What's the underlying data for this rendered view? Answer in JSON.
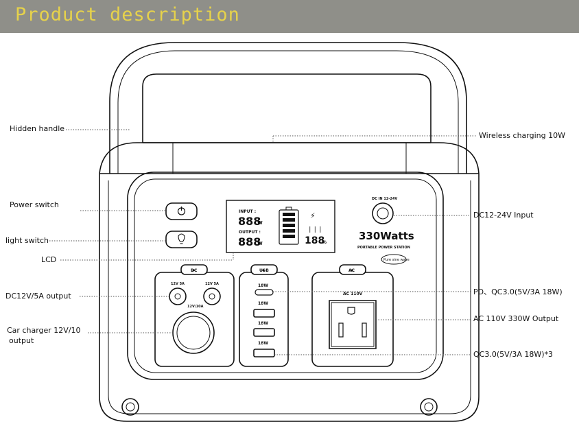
{
  "header": {
    "title": "Product description",
    "title_color": "#e6d24b",
    "bar_color": "#8f8f89"
  },
  "callouts": {
    "hidden_handle": "Hidden handle",
    "power_switch": "Power switch",
    "light_switch": "light switch",
    "lcd": "LCD",
    "dc_output": "DC12V/5A output",
    "car_charger_line1": "Car charger 12V/10",
    "car_charger_line2": "output",
    "wireless": "Wireless charging 10W",
    "dc_input": "DC12-24V Input",
    "pd": "PD、QC3.0(5V/3A 18W)",
    "ac_output": "AC 110V 330W  Output",
    "qc": "QC3.0(5V/3A 18W)*3"
  },
  "device": {
    "lcd": {
      "input_label": "INPUT :",
      "input_value": "888",
      "output_label": "OUTPUT :",
      "output_value": "888",
      "unit": "W",
      "percent_value": "188",
      "percent_unit": "%"
    },
    "dc_input_label": "DC IN 12-24V",
    "brand_big": "330Watts",
    "brand_sub": "PORTABLE POWER STATION",
    "brand_logo": "Pure sine wave",
    "panels": {
      "dc": {
        "tab": "DC",
        "port1": "12V 5A",
        "port2": "12V 5A",
        "car": "12V/10A"
      },
      "usb": {
        "tab": "USB",
        "p1": "18W",
        "p2": "18W",
        "p3": "18W",
        "p4": "18W"
      },
      "ac": {
        "tab": "AC",
        "label": "AC  110V"
      }
    }
  }
}
